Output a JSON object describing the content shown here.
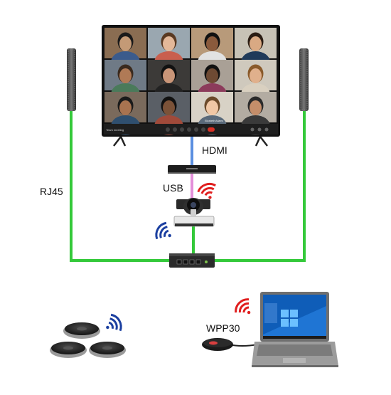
{
  "labels": {
    "hdmi": "HDMI",
    "usb": "USB",
    "rj45": "RJ45",
    "wpp30": "WPP30"
  },
  "tv": {
    "meeting_title": "Team meeting",
    "participant_tag": "Elizabeth Adams"
  },
  "colors": {
    "ethernet": "#34c93a",
    "hdmi": "#5b8fe0",
    "usb": "#e38fd9",
    "wifi_red": "#e01e1e",
    "wifi_blue": "#1b3fa0"
  }
}
